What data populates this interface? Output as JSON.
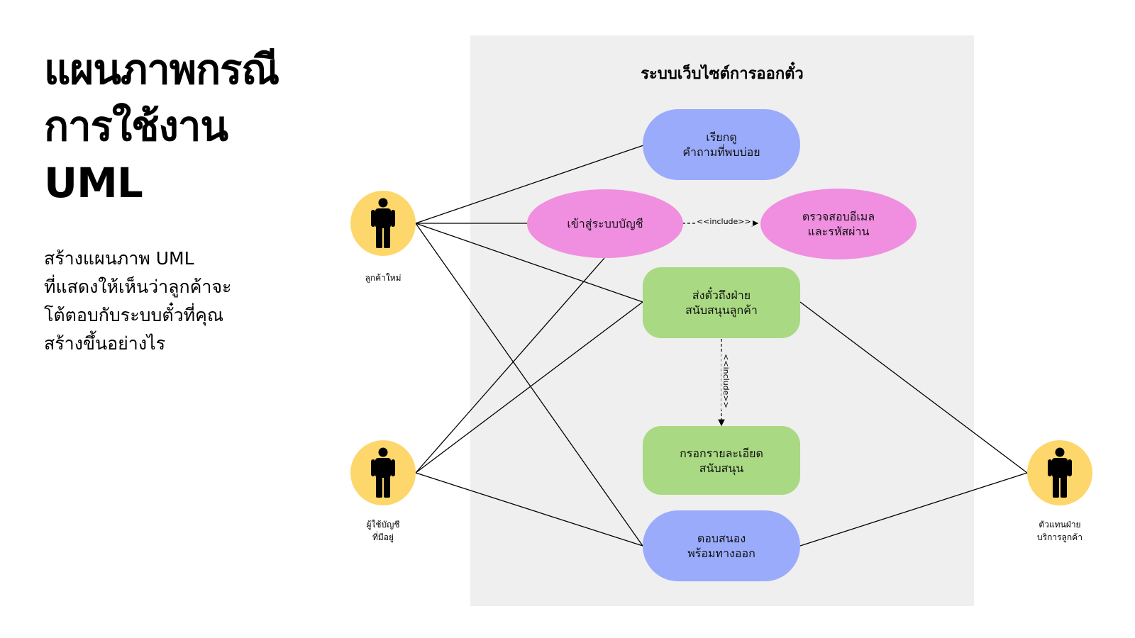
{
  "slide": {
    "title_lines": [
      "แผนภาพกรณี",
      "การใช้งาน",
      "UML"
    ],
    "description_lines": [
      "สร้างแผนภาพ UML",
      "ที่แสดงให้เห็นว่าลูกค้าจะ",
      "โต้ตอบกับระบบตั๋วที่คุณ",
      "สร้างขึ้นอย่างไร"
    ]
  },
  "diagram": {
    "system_title": "ระบบเว็บไซต์การออกตั๋ว",
    "include_label": "<<include>>",
    "actors": {
      "new_customer": {
        "lines": [
          "ลูกค้าใหม่"
        ]
      },
      "existing_user": {
        "lines": [
          "ผู้ใช้บัญชี",
          "ที่มีอยู่"
        ]
      },
      "support_agent": {
        "lines": [
          "ตัวแทนฝ่าย",
          "บริการลูกค้า"
        ]
      }
    },
    "use_cases": {
      "faq": {
        "lines": [
          "เรียกดู",
          "คำถามที่พบบ่อย"
        ]
      },
      "login": {
        "lines": [
          "เข้าสู่ระบบบัญชี"
        ]
      },
      "verify": {
        "lines": [
          "ตรวจสอบอีเมล",
          "และรหัสผ่าน"
        ]
      },
      "send_ticket": {
        "lines": [
          "ส่งตั๋วถึงฝ่าย",
          "สนับสนุนลูกค้า"
        ]
      },
      "fill_details": {
        "lines": [
          "กรอกรายละเอียด",
          "สนับสนุน"
        ]
      },
      "respond": {
        "lines": [
          "ตอบสนอง",
          "พร้อมทางออก"
        ]
      }
    },
    "colors": {
      "panel": "#efefef",
      "actor": "#fdd76b",
      "blue": "#9aabfb",
      "pink": "#f08ee0",
      "green": "#a9d982"
    }
  }
}
